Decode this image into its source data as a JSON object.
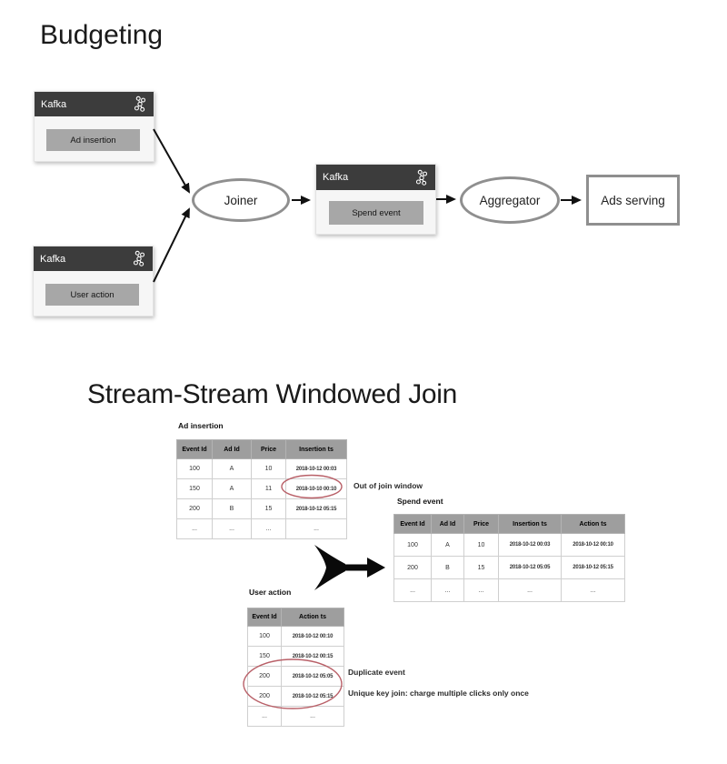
{
  "titles": {
    "budgeting": "Budgeting",
    "stream_join": "Stream-Stream Windowed Join"
  },
  "flow": {
    "kafka_label": "Kafka",
    "topics": {
      "ad_insertion": "Ad insertion",
      "user_action": "User action",
      "spend_event": "Spend event"
    },
    "nodes": {
      "joiner": "Joiner",
      "aggregator": "Aggregator",
      "ads_serving": "Ads serving"
    },
    "icons": {
      "kafka_icon": "kafka-cluster-icon"
    }
  },
  "join": {
    "tables": {
      "ad_insertion": {
        "title": "Ad insertion",
        "headers": [
          "Event Id",
          "Ad Id",
          "Price",
          "Insertion ts"
        ],
        "rows": [
          [
            "100",
            "A",
            "10",
            "2018-10-12 00:03"
          ],
          [
            "150",
            "A",
            "11",
            "2018-10-10 00:10"
          ],
          [
            "200",
            "B",
            "15",
            "2018-10-12 05:15"
          ],
          [
            "...",
            "...",
            "...",
            "..."
          ]
        ]
      },
      "spend_event": {
        "title": "Spend event",
        "headers": [
          "Event Id",
          "Ad Id",
          "Price",
          "Insertion ts",
          "Action ts"
        ],
        "rows": [
          [
            "100",
            "A",
            "10",
            "2018-10-12 00:03",
            "2018-10-12 00:10"
          ],
          [
            "200",
            "B",
            "15",
            "2018-10-12 05:05",
            "2018-10-12 05:15"
          ],
          [
            "...",
            "...",
            "...",
            "...",
            "..."
          ]
        ]
      },
      "user_action": {
        "title": "User action",
        "headers": [
          "Event Id",
          "Action ts"
        ],
        "rows": [
          [
            "100",
            "2018-10-12 00:10"
          ],
          [
            "150",
            "2018-10-12 00:15"
          ],
          [
            "200",
            "2018-10-12 05:05"
          ],
          [
            "200",
            "2018-10-12 05:15"
          ],
          [
            "...",
            "..."
          ]
        ]
      }
    },
    "annotations": {
      "out_of_join_window": "Out of join window",
      "duplicate_event": "Duplicate event",
      "unique_key_join": "Unique key join: charge multiple clicks only once"
    }
  },
  "colors": {
    "kafka_header": "#3c3c3c",
    "topic_label_bg": "#a7a7a7",
    "table_header_bg": "#9e9e9e",
    "node_border": "#8f8f8f",
    "highlight_red": "#b96068",
    "arrow_black": "#111111"
  }
}
